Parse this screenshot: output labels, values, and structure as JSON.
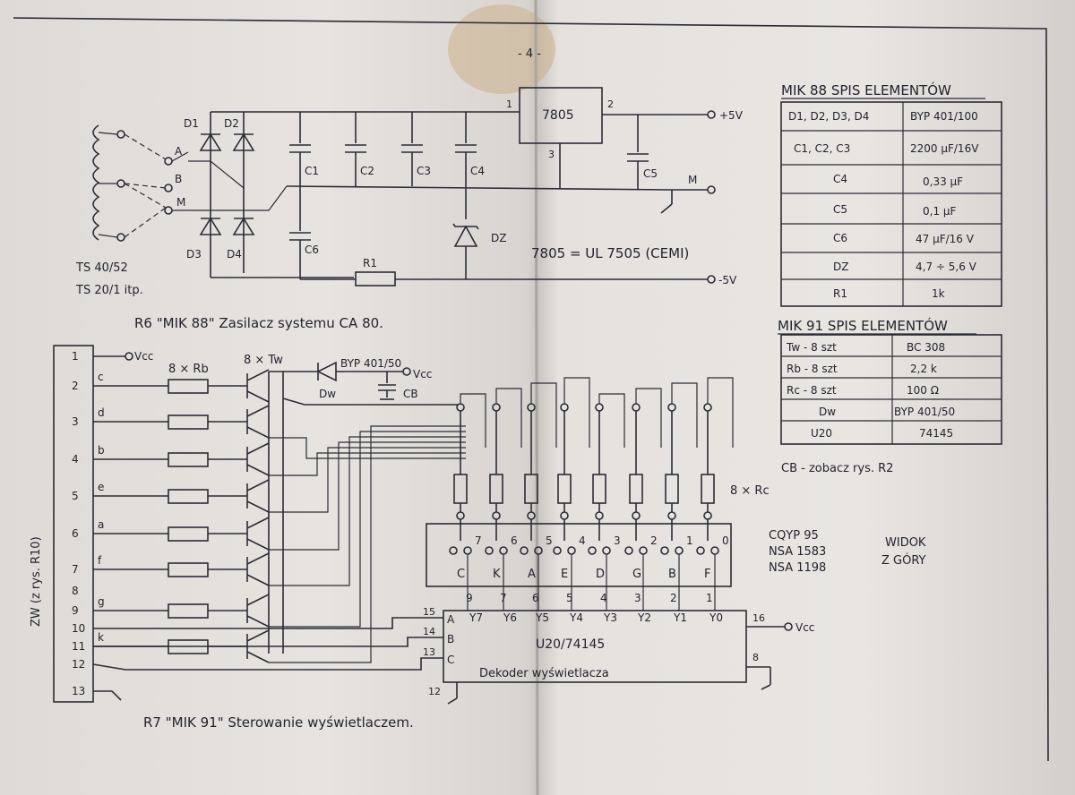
{
  "page_number": "- 4 -",
  "psu": {
    "transformer_labels": [
      "TS 40/52",
      "TS 20/1   itp."
    ],
    "switch_labels": [
      "A",
      "B",
      "M"
    ],
    "diodes": [
      "D1",
      "D2",
      "D3",
      "D4"
    ],
    "capacitors": [
      "C1",
      "C2",
      "C3",
      "C4",
      "C5",
      "C6"
    ],
    "zener": "DZ",
    "resistor": "R1",
    "regulator": "7805",
    "regulator_pins": [
      "1",
      "2",
      "3"
    ],
    "outputs": [
      "+5V",
      "M",
      "-5V"
    ],
    "note": "7805 = UL 7505 (CEMI)",
    "caption": "R6 \"MIK 88\"  Zasilacz systemu CA 80."
  },
  "mik88_table": {
    "title": "MIK 88  SPIS  ELEMENTÓW",
    "rows": [
      [
        "D1, D2, D3, D4",
        "BYP 401/100"
      ],
      [
        "C1, C2, C3",
        "2200 μF/16V"
      ],
      [
        "C4",
        "0,33 μF"
      ],
      [
        "C5",
        "0,1 μF"
      ],
      [
        "C6",
        "47 μF/16 V"
      ],
      [
        "DZ",
        "4,7 ÷ 5,6 V"
      ],
      [
        "R1",
        "1k"
      ]
    ]
  },
  "mik91_table": {
    "title": "MIK 91  SPIS  ELEMENTÓW",
    "rows": [
      [
        "Tw - 8 szt",
        "BC 308"
      ],
      [
        "Rb - 8 szt",
        "2,2 k"
      ],
      [
        "Rc - 8 szt",
        "100 Ω"
      ],
      [
        "Dw",
        "BYP 401/50"
      ],
      [
        "U20",
        "74145"
      ]
    ],
    "note": "CB - zobacz rys. R2"
  },
  "ctrl": {
    "connector_label": "ZW (z rys. R10)",
    "pins": [
      "1",
      "2",
      "3",
      "4",
      "5",
      "6",
      "7",
      "8",
      "9",
      "10",
      "11",
      "12",
      "13"
    ],
    "segments": [
      "c",
      "d",
      "b",
      "e",
      "a",
      "f",
      "g",
      "k"
    ],
    "vcc": "Vcc",
    "rb_label": "8 × Rb",
    "tw_label": "8 × Tw",
    "rc_label": "8 × Rc",
    "diode_label": "BYP 401/50",
    "dw_label": "Dw",
    "cb_label": "CB",
    "display_digits": [
      "7",
      "6",
      "5",
      "4",
      "3",
      "2",
      "1",
      "0"
    ],
    "display_letters": [
      "C",
      "K",
      "A",
      "E",
      "D",
      "G",
      "B",
      "F"
    ],
    "display_types": [
      "CQYP 95",
      "NSA 1583",
      "NSA 1198"
    ],
    "view_label": [
      "WIDOK",
      "Z GÓRY"
    ],
    "decoder_pins_top": [
      "9",
      "7",
      "6",
      "5",
      "4",
      "3",
      "2",
      "1"
    ],
    "decoder_outputs": [
      "Y7",
      "Y6",
      "Y5",
      "Y4",
      "Y3",
      "Y2",
      "Y1",
      "Y0"
    ],
    "decoder_inputs": [
      [
        "15",
        "A"
      ],
      [
        "14",
        "B"
      ],
      [
        "13",
        "C"
      ]
    ],
    "decoder_name": "U20/74145",
    "decoder_desc": "Dekoder wyświetlacza",
    "decoder_pin16": "16",
    "decoder_pin8": "8",
    "decoder_pin12": "12",
    "caption": "R7 \"MIK 91\"   Sterowanie wyświetlaczem."
  }
}
